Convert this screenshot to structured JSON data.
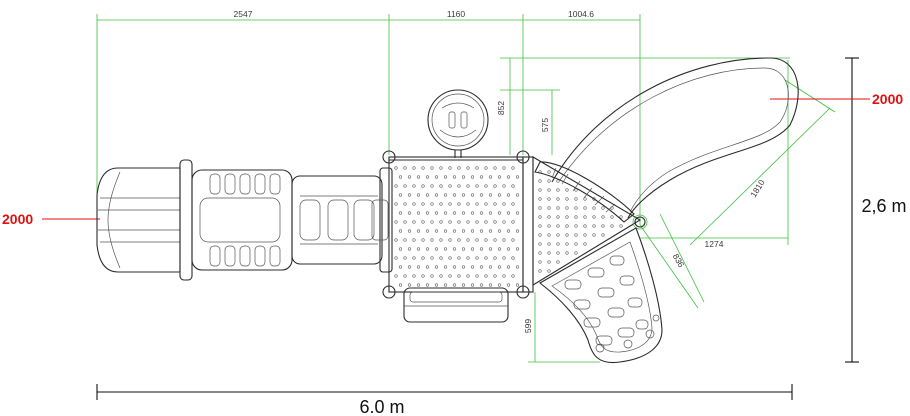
{
  "dimensions": {
    "top_segments": [
      "2547",
      "1160",
      "1004.6"
    ],
    "vertical_a": "852",
    "vertical_b": "575",
    "vertical_c": "599",
    "slide_length": "1810",
    "slide_offset": "1274",
    "side_slide": "836"
  },
  "overall": {
    "width_label": "6.0 m",
    "height_label": "2,6 m"
  },
  "heights": {
    "left_tunnel": "2000",
    "slide_top": "2000"
  },
  "colors": {
    "dimension_line": "#3fbf3f",
    "height_label": "#e01010",
    "ink": "#2b2b2b"
  }
}
